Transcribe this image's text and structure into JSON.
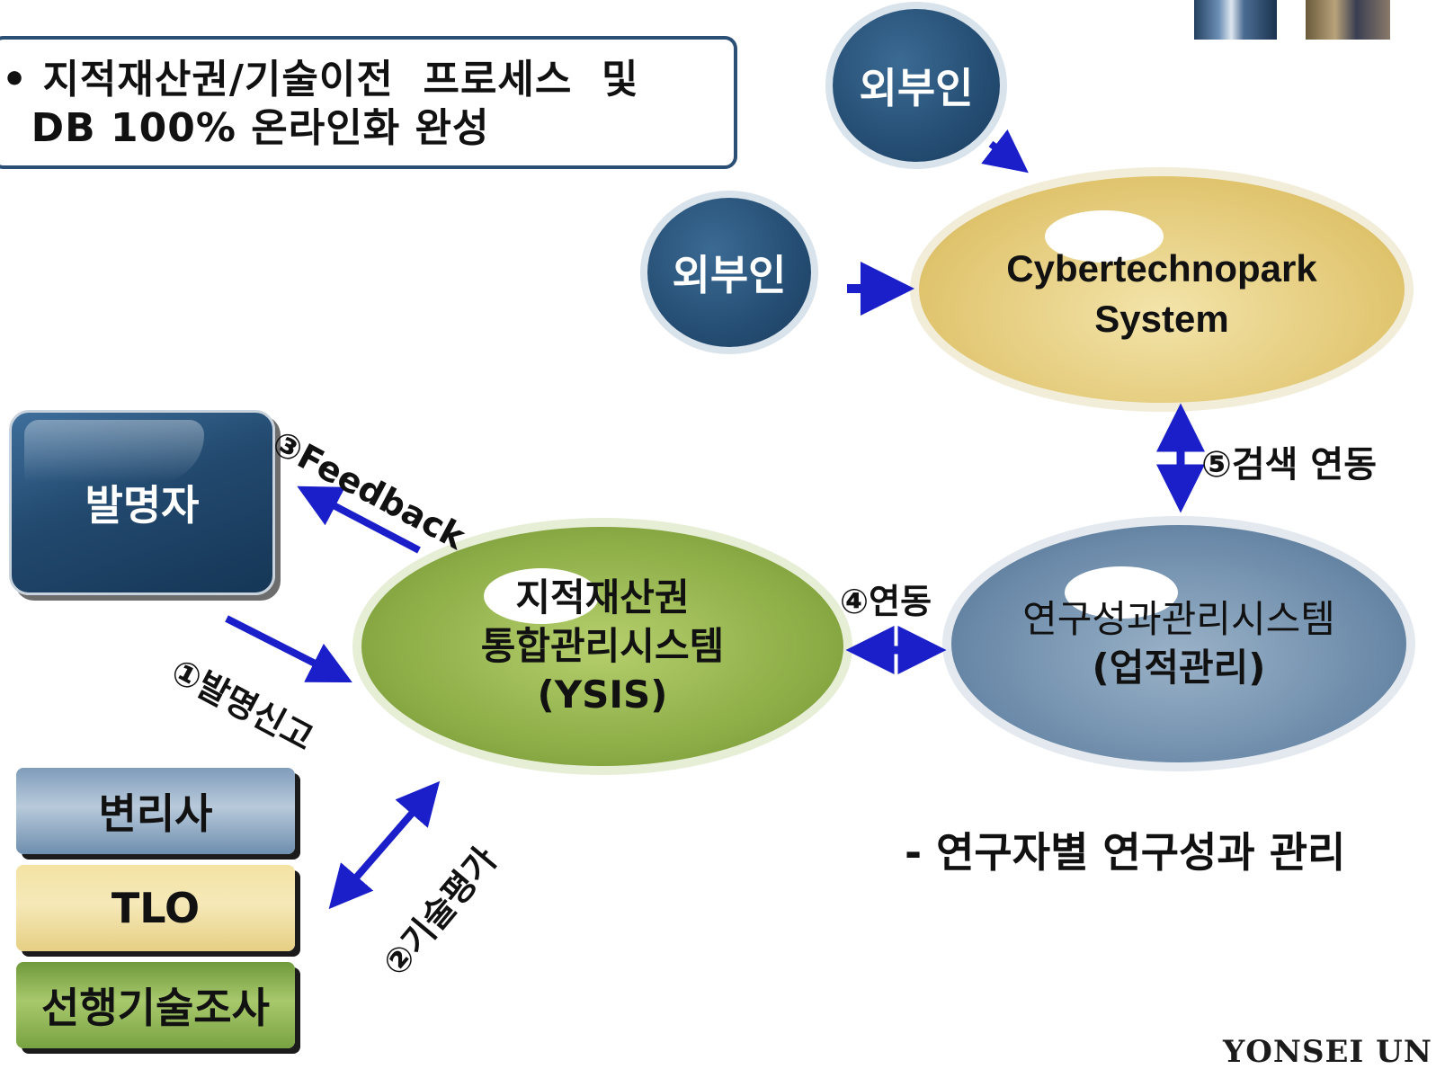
{
  "header": {
    "line1": "• 지적재산권/기술이전  프로세스  및",
    "line2": "  DB 100% 온라인화 완성"
  },
  "circles": {
    "outsider_top": "외부인",
    "outsider_left": "외부인"
  },
  "ellipses": {
    "cyber_line1": "Cybertechnopark",
    "cyber_line2": "System",
    "ysis_line1": "지적재산권",
    "ysis_line2": "통합관리시스템",
    "ysis_line3": "(YSIS)",
    "research_line1": "연구성과관리시스템",
    "research_line2": "(업적관리)"
  },
  "boxes": {
    "inventor": "발명자",
    "patent_attorney": "변리사",
    "tlo": "TLO",
    "prior_art": "선행기술조사"
  },
  "arrows": {
    "feedback": "③Feedback",
    "invention_report": "①발명신고",
    "tech_eval": "②기술평가",
    "link": "④연동",
    "search_link": "⑤검색 연동"
  },
  "note": "- 연구자별 연구성과 관리",
  "footer_logo": "YONSEI UN",
  "colors": {
    "navy": "#22496e",
    "gold": "#e6cf84",
    "green": "#8fb04a",
    "steel": "#5f7f9f",
    "arrow_blue": "#1a1fc9"
  }
}
